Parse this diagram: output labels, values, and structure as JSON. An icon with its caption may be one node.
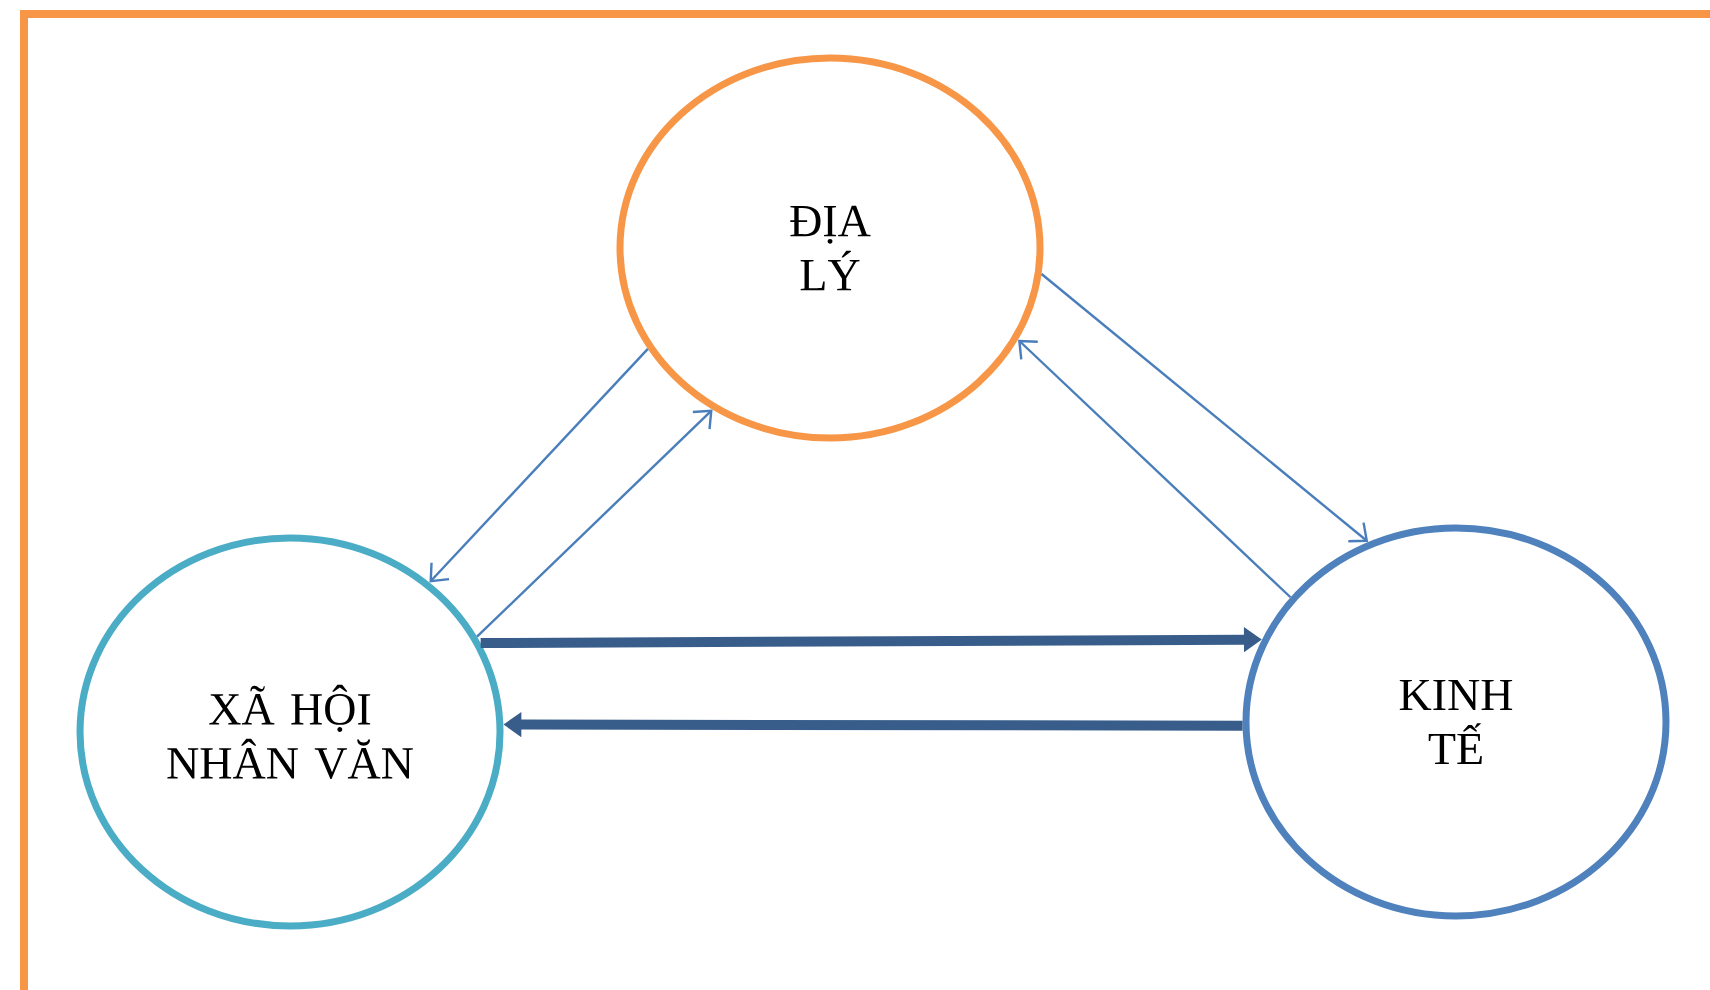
{
  "diagram": {
    "nodes": [
      {
        "text": [
          "ĐỊA LÝ"
        ]
      },
      {
        "text": [
          "XÃ HỘI NHÂN VĂN"
        ]
      },
      {
        "text": [
          "KINH TẾ"
        ]
      }
    ],
    "edges": [
      {
        "from": 0,
        "to": 1,
        "arrow": "to"
      },
      {
        "from": 1,
        "to": 0,
        "arrow": "to"
      },
      {
        "from": 0,
        "to": 2,
        "arrow": "to"
      },
      {
        "from": 2,
        "to": 0,
        "arrow": "to"
      },
      {
        "from": 1,
        "to": 2,
        "arrow": "to",
        "style": "thick",
        "color": "#385d8a"
      },
      {
        "from": 2,
        "to": 1,
        "arrow": "to",
        "style": "thick",
        "color": "#385d8a"
      }
    ]
  }
}
